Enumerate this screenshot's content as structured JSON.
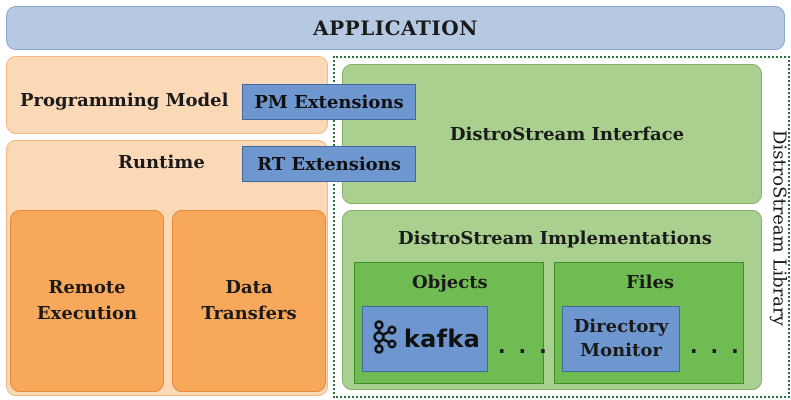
{
  "application": {
    "label": "APPLICATION"
  },
  "programming_model": {
    "label": "Programming Model"
  },
  "runtime": {
    "label": "Runtime"
  },
  "remote_execution": {
    "label_line1": "Remote",
    "label_line2": "Execution"
  },
  "data_transfers": {
    "label_line1": "Data",
    "label_line2": "Transfers"
  },
  "pm_extensions": {
    "label": "PM Extensions"
  },
  "rt_extensions": {
    "label": "RT Extensions"
  },
  "distrostream_interface": {
    "label": "DistroStream Interface"
  },
  "distrostream_implementations": {
    "label": "DistroStream Implementations"
  },
  "objects": {
    "label": "Objects",
    "kafka_label": "kafka",
    "ellipsis": ". . ."
  },
  "files": {
    "label": "Files",
    "directory_line1": "Directory",
    "directory_line2": "Monitor",
    "ellipsis": ". . ."
  },
  "library": {
    "label": "DistroStream Library"
  },
  "colors": {
    "application": "#b5c9e3",
    "orange_panel": "#fcd9b6",
    "orange_box": "#f8a85b",
    "blue_box": "#6e97cf",
    "green_panel": "#a9d08e",
    "green_sub": "#6fbd52",
    "dotted_border": "#2c6e3a"
  },
  "icons": {
    "kafka": "kafka-logo-icon"
  }
}
